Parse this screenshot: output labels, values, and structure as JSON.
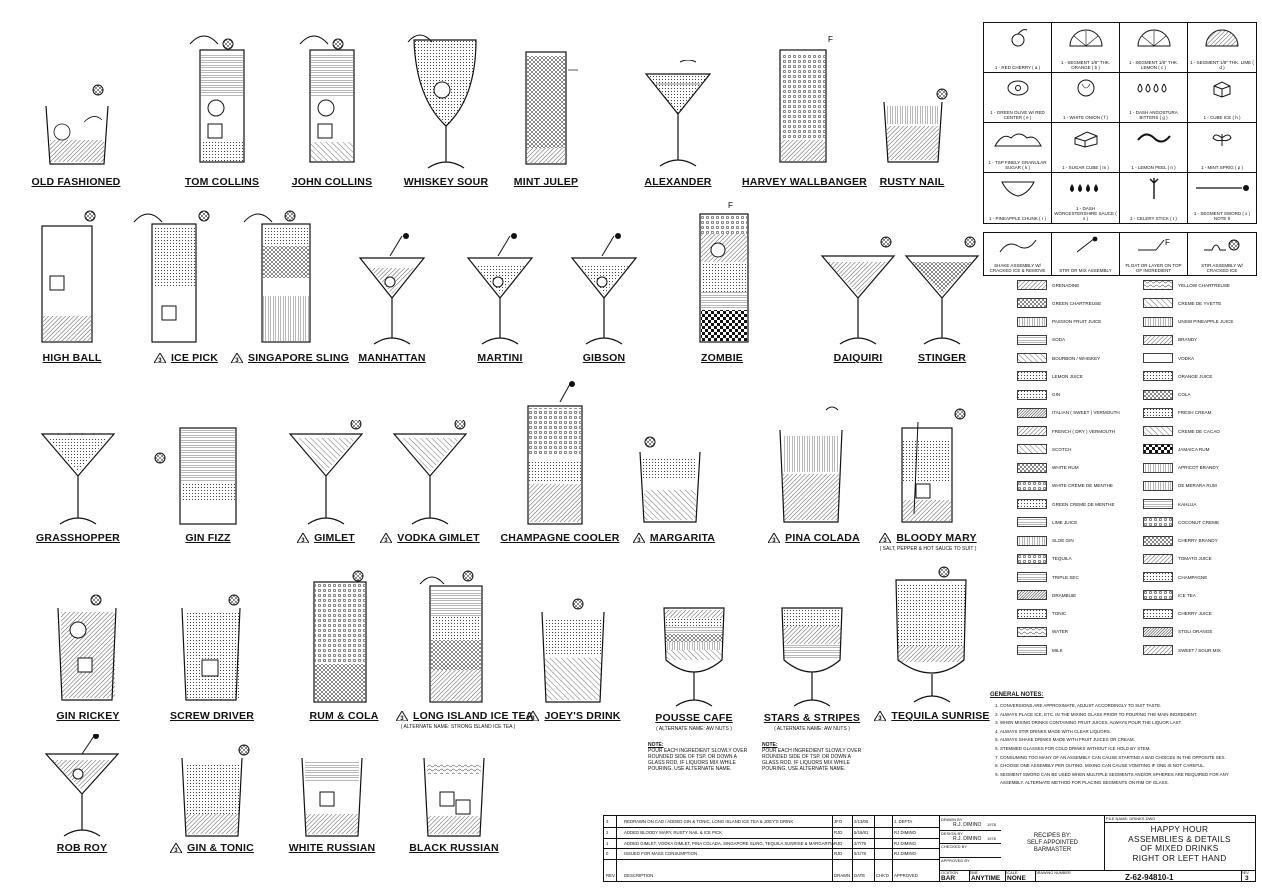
{
  "drinks": {
    "old_fashioned": "OLD FASHIONED",
    "tom_collins": "TOM COLLINS",
    "john_collins": "JOHN COLLINS",
    "whiskey_sour": "WHISKEY SOUR",
    "mint_julep": "MINT JULEP",
    "alexander": "ALEXANDER",
    "harvey_wallbanger": "HARVEY WALLBANGER",
    "rusty_nail": "RUSTY NAIL",
    "high_ball": "HIGH BALL",
    "ice_pick": "ICE PICK",
    "singapore_sling": "SINGAPORE SLING",
    "manhattan": "MANHATTAN",
    "martini": "MARTINI",
    "gibson": "GIBSON",
    "zombie": "ZOMBIE",
    "daiquiri": "DAIQUIRI",
    "stinger": "STINGER",
    "grasshopper": "GRASSHOPPER",
    "gin_fizz": "GIN FIZZ",
    "gimlet": "GIMLET",
    "vodka_gimlet": "VODKA GIMLET",
    "champagne_cooler": "CHAMPAGNE COOLER",
    "margarita": "MARGARITA",
    "pina_colada": "PINA COLADA",
    "bloody_mary": "BLOODY MARY",
    "gin_rickey": "GIN RICKEY",
    "screw_driver": "SCREW DRIVER",
    "rum_cola": "RUM & COLA",
    "long_island": "LONG ISLAND ICE TEA",
    "joeys_drink": "JOEY'S DRINK",
    "pousse_cafe": "POUSSE CAFE",
    "stars_stripes": "STARS & STRIPES",
    "tequila_sunrise": "TEQUILA SUNRISE",
    "rob_roy": "ROB ROY",
    "gin_tonic": "GIN & TONIC",
    "white_russian": "WHITE RUSSIAN",
    "black_russian": "BLACK RUSSIAN"
  },
  "alt_names": {
    "bloody_mary": "( SALT, PEPPER & HOT SAUCE TO SUIT )",
    "long_island": "( ALTERNATE NAME: STRONG ISLAND ICE TEA )",
    "pousse_cafe": "( ALTERNATE NAME: AW NUTS )",
    "stars_stripes": "( ALTERNATE NAME: AW NUTS )"
  },
  "revision_mark": "3",
  "drink_notes": {
    "title": "NOTE:",
    "pousse_cafe": "POUR EACH INGREDIENT SLOWLY OVER ROUNDED SIDE OF TSP. OR DOWN A GLASS ROD. IF LIQUORS MIX WHILE POURING, USE ALTERNATE NAME.",
    "stars_stripes": "POUR EACH INGREDIENT SLOWLY OVER ROUNDED SIDE OF TSP. OR DOWN A GLASS ROD. IF LIQUORS MIX WHILE POURING, USE ALTERNATE NAME."
  },
  "garnishes": [
    "1 - RED CHERRY ( a )",
    "1 - SEGMENT 1/8\" THK. ORANGE ( b )",
    "1 - SEGMENT 1/8\" THK. LEMON ( c )",
    "1 - SEGMENT 1/8\" THK. LIME ( d )",
    "1 - GREEN OLIVE W/ RED CENTER ( e )",
    "1 - WHITE ONION ( f )",
    "1 - DASH ANGOSTURA BITTERS ( g )",
    "1 - CUBE ICE ( h )",
    "1 - TSP FINELY GRANULAR SUGAR ( k )",
    "1 - SUGAR CUBE ( m )",
    "1 - LEMON PEEL ( n )",
    "1 - MINT SPRIG ( p )",
    "1 - PINEAPPLE CHUNK ( r )",
    "1 - DASH WORCESTERSHIRE SAUCE ( s )",
    "1 - CELERY STICK ( t )",
    "1 - SEGMENT SWORD ( x ) NOTE 9"
  ],
  "methods": [
    {
      "icon": "",
      "label": "SHAKE ASSEMBLY W/ CRACKED ICE & REMOVE"
    },
    {
      "icon": "",
      "label": "STIR OR MIX ASSEMBLY"
    },
    {
      "icon": "F",
      "label": "FLOAT OR LAYER ON TOP OF INGREDIENT"
    },
    {
      "icon": "",
      "label": "STIR ASSEMBLY W/ CRACKED ICE"
    }
  ],
  "legend_left": [
    "GRENADINE",
    "GREEN CHARTREUSE",
    "PASSION FRUIT JUICE",
    "SODA",
    "BOURBON / WHISKEY",
    "LEMON JUICE",
    "GIN",
    "ITALIAN ( SWEET ) VERMOUTH",
    "FRENCH ( DRY ) VERMOUTH",
    "SCOTCH",
    "WHITE RUM",
    "WHITE CREME DE MENTHE",
    "GREEN CREME DE MENTHE",
    "LIME JUICE",
    "SLOE GIN",
    "TEQUILA",
    "TRIPLE SEC",
    "DRAMBUIE",
    "TONIC",
    "WATER",
    "MILK"
  ],
  "legend_right": [
    "YELLOW CHARTREUSE",
    "CREME DE YVETTE",
    "UNSW PINEAPPLE JUICE",
    "BRANDY",
    "VODKA",
    "ORANGE JUICE",
    "COLA",
    "FRESH CREAM",
    "CREME DE CACAO",
    "JAMAICA RUM",
    "APRICOT BRANDY",
    "DE MERARA RUM",
    "KAHLUA",
    "COCONUT CREME",
    "CHERRY BRANDY",
    "TOMATO JUICE",
    "CHAMPAGNE",
    "ICE TEA",
    "CHERRY JUICE",
    "STOLI ORANGE",
    "SWEET / SOUR MIX"
  ],
  "general_notes": {
    "title": "GENERAL NOTES:",
    "items": [
      "CONVERSIONS ARE APPROXIMATE, ADJUST ACCORDINGLY TO SUIT TASTE.",
      "ALWAYS PLACE ICE, ETC. IN THE MIXING GLASS PRIOR TO POURING THE MAIN INGREDIENT.",
      "WHEN MIXING DRINKS CONTAINING FRUIT JUICES, ALWAYS POUR THE LIQUOR LAST.",
      "ALWAYS STIR DRINKS MADE WITH CLEAR LIQUORS.",
      "ALWAYS SHAKE DRINKS MADE WITH FRUIT JUICES OR CREAM.",
      "STEMMED GLASSES FOR COLD DRINKS WITHOUT ICE HOLD BY STEM.",
      "CONSUMING TOO MANY OF AN ASSEMBLY CAN CAUSE STARTING A BAD CHOICES IN THE OPPOSITE SEX.",
      "CHOOSE ONE ASSEMBLY PER OUTING. MIXING CAN CAUSE VOMITING IF ONE IS NOT CAREFUL.",
      "SEGMENT SWORD CAN BE USED WHEN MULTIPLE SEGMENTS AND/OR SPHERES ARE REQUIRED FOR ANY ASSEMBLY. ALTERNATE METHOD FOR PLACING SEGMENTS ON RIM OF GLASS."
    ]
  },
  "revisions": [
    {
      "rev": "3",
      "desc": "REDRAWN ON CAD / ADDED GIN & TONIC, LONG ISLAND ICE TEA & JOEY'S DRINK",
      "by": "JFO",
      "date": "2/13/06",
      "chk": "",
      "appr": "J. DEFTA"
    },
    {
      "rev": "2",
      "desc": "ADDED BLOODY MARY, RUSTY NAIL & ICE PICK",
      "by": "RJD",
      "date": "5/16/81",
      "chk": "",
      "appr": "RJ DIMINO"
    },
    {
      "rev": "1",
      "desc": "ADDED GIMLET, VODKA GIMLET, PINA COLADA, SINGAPORE SLING, TEQUILA SUNRISE & MARGARITA",
      "by": "RJD",
      "date": "2/7/79",
      "chk": "",
      "appr": "RJ DIMINO"
    },
    {
      "rev": "0",
      "desc": "ISSUED FOR MASS CONSUMPTION",
      "by": "RJD",
      "date": "5/1/78",
      "chk": "",
      "appr": "RJ DIMINO"
    }
  ],
  "rev_headers": {
    "rev": "REV.",
    "desc": "DESCRIPTION",
    "by": "DRAWN",
    "date": "DATE",
    "chk": "CHK'D",
    "appr": "APPROVED"
  },
  "signatures": [
    {
      "role": "DRAWN BY",
      "name": "R.J. DIMINO",
      "date": "1978"
    },
    {
      "role": "DESIGN BY",
      "name": "R.J. DIMINO",
      "date": "1978"
    },
    {
      "role": "CHECKED BY",
      "name": "",
      "date": ""
    },
    {
      "role": "APPROVED BY",
      "name": "",
      "date": ""
    }
  ],
  "recipes_by": [
    "RECIPES BY:",
    "SELF APPOINTED",
    "BARMASTER"
  ],
  "title_block": {
    "file_name_label": "FILE NAME:",
    "file_name": "DRINKS.DWG",
    "lines": [
      "HAPPY HOUR",
      "ASSEMBLIES & DETAILS",
      "OF MIXED DRINKS",
      "RIGHT OR LEFT HAND"
    ]
  },
  "bottom": {
    "location_label": "LOCATION",
    "location": "BAR",
    "time_label": "TIME",
    "time": "ANYTIME",
    "scale_label": "SCALE",
    "scale": "NONE",
    "drawing_label": "DRAWING NUMBER",
    "drawing": "Z-62-94810-1",
    "rev_label": "REV.",
    "rev": "3"
  }
}
